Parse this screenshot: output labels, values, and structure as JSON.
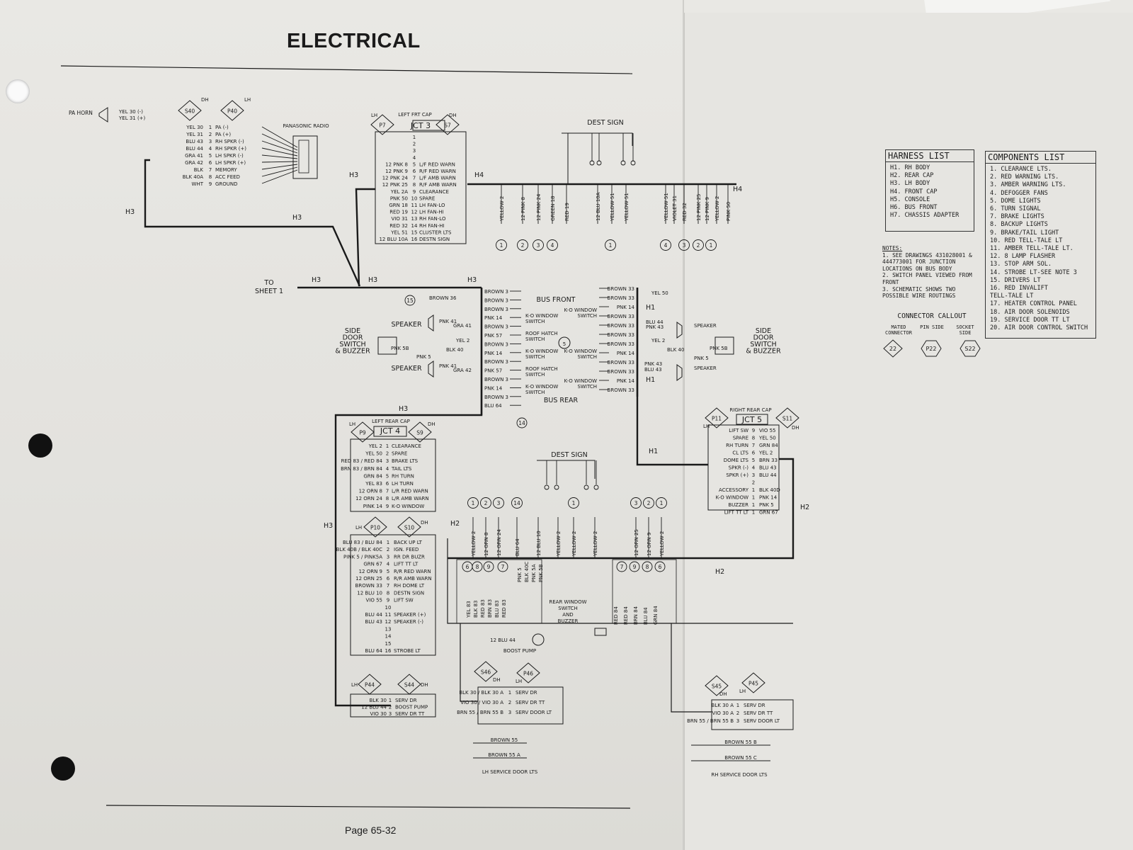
{
  "title": "ELECTRICAL",
  "page_number": "Page 65-32",
  "harness_list": {
    "title": "HARNESS LIST",
    "items": [
      "H1. RH BODY",
      "H2. REAR CAP",
      "H3. LH BODY",
      "H4. FRONT CAP",
      "H5. CONSOLE",
      "H6. BUS FRONT",
      "H7. CHASSIS ADAPTER"
    ]
  },
  "components_list": {
    "title": "COMPONENTS LIST",
    "items": [
      "1. CLEARANCE LTS.",
      "2. RED WARNING LTS.",
      "3. AMBER WARNING LTS.",
      "4. DEFOGGER FANS",
      "5. DOME LIGHTS",
      "6. TURN SIGNAL",
      "7. BRAKE LIGHTS",
      "8. BACKUP LIGHTS",
      "9. BRAKE/TAIL LIGHT",
      "10. RED TELL-TALE LT",
      "11. AMBER TELL-TALE LT.",
      "12. 8 LAMP FLASHER",
      "13. STOP ARM SOL.",
      "14. STROBE LT-SEE NOTE 3",
      "15. DRIVERS LT",
      "16. RED INVALIFT",
      "TELL-TALE LT",
      "17. HEATER CONTROL PANEL",
      "18. AIR DOOR SOLENOIDS",
      "19. SERVICE DOOR TT LT",
      "20. AIR DOOR CONTROL SWITCH"
    ]
  },
  "notes": {
    "heading": "NOTES:",
    "lines": [
      "1. SEE DRAWINGS 431028001 &",
      "444773001 FOR JUNCTION",
      "LOCATIONS ON BUS BODY",
      "2. SWITCH PANEL VIEWED FROM",
      "FRONT",
      "3. SCHEMATIC SHOWS TWO",
      "POSSIBLE WIRE ROUTINGS"
    ]
  },
  "connector_callout": {
    "title": "CONNECTOR CALLOUT",
    "col1": "MATED CONNECTOR",
    "col2": "PIN SIDE",
    "col3": "SOCKET SIDE",
    "ex1": "22",
    "ex2": "P22",
    "ex3": "S22"
  },
  "pa_horn": {
    "label": "PA HORN",
    "wires": [
      "YEL 30 (-)",
      "YEL 31 (+)"
    ]
  },
  "radio": {
    "label": "PANASONIC RADIO",
    "left_conn": "S40",
    "right_conn": "P40",
    "side_l": "DH",
    "side_r": "LH",
    "pins": [
      {
        "wire": "YEL 30",
        "num": "1",
        "fn": "PA (-)"
      },
      {
        "wire": "YEL 31",
        "num": "2",
        "fn": "PA (+)"
      },
      {
        "wire": "BLU 43",
        "num": "3",
        "fn": "RH SPKR (-)"
      },
      {
        "wire": "BLU 44",
        "num": "4",
        "fn": "RH SPKR (+)"
      },
      {
        "wire": "GRA 41",
        "num": "5",
        "fn": "LH SPKR (-)"
      },
      {
        "wire": "GRA 42",
        "num": "6",
        "fn": "LH SPKR (+)"
      },
      {
        "wire": "BLK",
        "num": "7",
        "fn": "MEMORY"
      },
      {
        "wire": "BLK 40A",
        "num": "8",
        "fn": "ACC FEED"
      },
      {
        "wire": "WHT",
        "num": "9",
        "fn": "GROUND"
      }
    ]
  },
  "jct3": {
    "label": "JCT 3",
    "header": "LEFT FRT CAP",
    "left_conn": "P7",
    "right_conn": "S7",
    "side_l": "LH",
    "side_r": "DH",
    "pins": [
      {
        "wire": "",
        "num": "1",
        "fn": ""
      },
      {
        "wire": "",
        "num": "2",
        "fn": ""
      },
      {
        "wire": "",
        "num": "3",
        "fn": ""
      },
      {
        "wire": "",
        "num": "4",
        "fn": ""
      },
      {
        "wire": "12 PNK 8",
        "num": "5",
        "fn": "L/F RED WARN"
      },
      {
        "wire": "12 PNK 9",
        "num": "6",
        "fn": "R/F RED WARN"
      },
      {
        "wire": "12 PNK 24",
        "num": "7",
        "fn": "L/F AMB WARN"
      },
      {
        "wire": "12 PNK 25",
        "num": "8",
        "fn": "R/F AMB WARN"
      },
      {
        "wire": "YEL 2A",
        "num": "9",
        "fn": "CLEARANCE"
      },
      {
        "wire": "PNK 50",
        "num": "10",
        "fn": "SPARE"
      },
      {
        "wire": "GRN 18",
        "num": "11",
        "fn": "LH FAN-LO"
      },
      {
        "wire": "RED 19",
        "num": "12",
        "fn": "LH FAN-HI"
      },
      {
        "wire": "VIO 31",
        "num": "13",
        "fn": "RH FAN-LO"
      },
      {
        "wire": "RED 32",
        "num": "14",
        "fn": "RH FAN-HI"
      },
      {
        "wire": "YEL 51",
        "num": "15",
        "fn": "CLUSTER LTS"
      },
      {
        "wire": "12 BLU 10A",
        "num": "16",
        "fn": "DESTN SIGN"
      }
    ]
  },
  "dest_sign_top": "DEST SIGN",
  "dest_sign_bottom": "DEST SIGN",
  "front_cap_wires": [
    "YELLOW 2",
    "12 PINK 8",
    "12 PINK 24",
    "GREEN 18",
    "RED 19",
    "12 BLU 10A",
    "YELLOW 51",
    "YELLOW 51",
    "YELLOW 51",
    "VIOLET 31",
    "RED 32",
    "12 PINK 25",
    "12 PINK 9",
    "YELLOW 2",
    "PINK 50"
  ],
  "front_cap_circles": [
    "1",
    "2",
    "3",
    "4",
    "1",
    "4",
    "3",
    "2",
    "1"
  ],
  "harness_labels": {
    "h1": "H1",
    "h2": "H2",
    "h3": "H3",
    "h4": "H4"
  },
  "to_sheet": "TO SHEET 1",
  "bus_front": "BUS FRONT",
  "bus_rear": "BUS REAR",
  "side_door_left": "SIDE DOOR SWITCH & BUZZER",
  "side_door_right": "SIDE DOOR SWITCH & BUZZER",
  "speaker": "SPEAKER",
  "switch_panel": {
    "left_wires": [
      "BROWN 3",
      "BROWN 3",
      "BROWN 3",
      "PNK 14",
      "BROWN 3",
      "PNK 57",
      "BROWN 3",
      "PNK 14",
      "BROWN 3",
      "PNK 57",
      "BROWN 3",
      "PNK 14",
      "BROWN 3",
      "BLU 64"
    ],
    "right_wires": [
      "BROWN 33",
      "BROWN 33",
      "PNK 14",
      "BROWN 33",
      "BROWN 33",
      "BROWN 33",
      "BROWN 33",
      "PNK 14",
      "BROWN 33",
      "BROWN 33",
      "PNK 14",
      "BROWN 33"
    ],
    "switches_left": [
      "K-O WINDOW SWITCH",
      "ROOF HATCH SWITCH",
      "K-O WINDOW SWITCH",
      "ROOF HATCH SWITCH",
      "K-O WINDOW SWITCH"
    ],
    "switches_right": [
      "K-O WINDOW SWITCH",
      "K-O WINDOW SWITCH",
      "K-O WINDOW SWITCH"
    ],
    "misc": [
      "BROWN 36",
      "PNK 41",
      "GRA 41",
      "YEL 2",
      "BLK 40",
      "PNK 5",
      "PNK 5B",
      "PNK 41",
      "GRA 42",
      "YEL 50",
      "BLU 44",
      "PNK 43",
      "YEL 2",
      "BLK 40",
      "PNK 5",
      "PNK 5B",
      "PNK 43",
      "BLU 43",
      "15",
      "14",
      "5"
    ]
  },
  "jct4": {
    "label": "JCT 4",
    "header": "LEFT REAR CAP",
    "left_conn": "P9",
    "right_conn": "S9",
    "side_l": "LH",
    "side_r": "DH",
    "pins": [
      {
        "wire": "YEL 2",
        "num": "1",
        "fn": "CLEARANCE"
      },
      {
        "wire": "YEL 50",
        "num": "2",
        "fn": "SPARE"
      },
      {
        "wire": "RED 83 / RED 84",
        "num": "3",
        "fn": "BRAKE LTS"
      },
      {
        "wire": "BRN 83 / BRN 84",
        "num": "4",
        "fn": "TAIL LTS"
      },
      {
        "wire": "GRN 84",
        "num": "5",
        "fn": "RH TURN"
      },
      {
        "wire": "YEL 83",
        "num": "6",
        "fn": "LH TURN"
      },
      {
        "wire": "12 ORN 8",
        "num": "7",
        "fn": "L/R RED WARN"
      },
      {
        "wire": "12 ORN 24",
        "num": "8",
        "fn": "L/R AMB WARN"
      },
      {
        "wire": "PINK 14",
        "num": "9",
        "fn": "K-O WINDOW"
      }
    ]
  },
  "p10": {
    "left_conn": "P10",
    "right_conn": "S10",
    "side_l": "LH",
    "side_r": "DH",
    "pins": [
      {
        "wire": "BLU 83 / BLU 84",
        "num": "1",
        "fn": "BACK UP LT"
      },
      {
        "wire": "BLK 40B / BLK 40C",
        "num": "2",
        "fn": "IGN. FEED"
      },
      {
        "wire": "PINK 5 / PINK5A",
        "num": "3",
        "fn": "RR DR BUZR"
      },
      {
        "wire": "GRN 67",
        "num": "4",
        "fn": "LIFT TT LT"
      },
      {
        "wire": "12 ORN 9",
        "num": "5",
        "fn": "R/R RED WARN"
      },
      {
        "wire": "12 ORN 25",
        "num": "6",
        "fn": "R/R AMB WARN"
      },
      {
        "wire": "BROWN 33",
        "num": "7",
        "fn": "RH DOME LT"
      },
      {
        "wire": "12 BLU 10",
        "num": "8",
        "fn": "DESTN SIGN"
      },
      {
        "wire": "VIO 55",
        "num": "9",
        "fn": "LIFT SW"
      },
      {
        "wire": "",
        "num": "10",
        "fn": ""
      },
      {
        "wire": "BLU 44",
        "num": "11",
        "fn": "SPEAKER (+)"
      },
      {
        "wire": "BLU 43",
        "num": "12",
        "fn": "SPEAKER (-)"
      },
      {
        "wire": "",
        "num": "13",
        "fn": ""
      },
      {
        "wire": "",
        "num": "14",
        "fn": ""
      },
      {
        "wire": "",
        "num": "15",
        "fn": ""
      },
      {
        "wire": "BLU 64",
        "num": "16",
        "fn": "STROBE LT"
      }
    ]
  },
  "p44": {
    "left_conn": "P44",
    "right_conn": "S44",
    "side_l": "LH",
    "side_r": "DH",
    "pins": [
      {
        "wire": "BLK 30",
        "num": "1",
        "fn": "SERV DR"
      },
      {
        "wire": "12 BLU 44",
        "num": "2",
        "fn": "BOOST PUMP"
      },
      {
        "wire": "VIO 30",
        "num": "3",
        "fn": "SERV DR TT"
      }
    ]
  },
  "jct5": {
    "label": "JCT 5",
    "header": "RIGHT REAR CAP",
    "left_conn": "P11",
    "right_conn": "S11",
    "side_l": "LH",
    "side_r": "DH",
    "pins": [
      {
        "fn": "LIFT SW",
        "num": "9",
        "wire": "VIO 55"
      },
      {
        "fn": "SPARE",
        "num": "8",
        "wire": "YEL 50"
      },
      {
        "fn": "RH TURN",
        "num": "7",
        "wire": "GRN 84"
      },
      {
        "fn": "CL LTS",
        "num": "6",
        "wire": "YEL 2"
      },
      {
        "fn": "DOME LTS",
        "num": "5",
        "wire": "BRN 33"
      },
      {
        "fn": "SPKR (-)",
        "num": "4",
        "wire": "BLU 43"
      },
      {
        "fn": "SPKR (+)",
        "num": "3",
        "wire": "BLU 44"
      },
      {
        "fn": "",
        "num": "2",
        "wire": ""
      },
      {
        "fn": "ACCESSORY",
        "num": "1",
        "wire": "BLK 40D"
      },
      {
        "fn": "K-O WINDOW",
        "num": "1",
        "wire": "PNK 14"
      },
      {
        "fn": "BUZZER",
        "num": "1",
        "wire": "PNK 5"
      },
      {
        "fn": "LIFT TT LT",
        "num": "1",
        "wire": "GRN 67"
      }
    ]
  },
  "rear_cap_wires": [
    "YELLOW 2",
    "12 ORN 8",
    "12 ORN 24",
    "BLU 64",
    "12 BLU 10",
    "YELLOW 2",
    "YELLOW 2",
    "YELLOW 2",
    "12 ORN 25",
    "12 ORN 9",
    "YELLOW 2"
  ],
  "rear_cap_circles": [
    "1",
    "2",
    "3",
    "14",
    "1",
    "3",
    "2",
    "1"
  ],
  "rear_lamp_wires_left": [
    "YEL 83",
    "BLK 83",
    "RED 83",
    "BRN 83",
    "BLU 83",
    "RED 83"
  ],
  "rear_lamp_wires_mid": [
    "PNK 5",
    "BLK 40C",
    "PNK 5A",
    "PNK 5B"
  ],
  "rear_lamp_wires_right": [
    "RED 84",
    "RED 84",
    "BRN 84",
    "BLU 84",
    "GRN 84"
  ],
  "rear_lamp_circles_left": [
    "6",
    "8",
    "9",
    "7"
  ],
  "rear_lamp_circles_right": [
    "7",
    "9",
    "8",
    "6"
  ],
  "rear_window": "REAR WINDOW SWITCH AND BUZZER",
  "boost_pump": "BOOST PUMP",
  "boost_wire": "12 BLU 44",
  "p46": {
    "left_conn": "S46",
    "right_conn": "P46",
    "side_l": "DH",
    "side_r": "LH",
    "pins": [
      {
        "wire": "BLK 30 / BLK 30 A",
        "num": "1",
        "fn": "SERV DR"
      },
      {
        "wire": "VIO 30 / VIO 30 A",
        "num": "2",
        "fn": "SERV DR TT"
      },
      {
        "wire": "BRN 55 / BRN 55 B",
        "num": "3",
        "fn": "SERV DOOR LT"
      }
    ],
    "lamps": [
      "BROWN 55",
      "BROWN 55 A"
    ],
    "caption": "LH SERVICE DOOR LTS"
  },
  "p45": {
    "left_conn": "S45",
    "right_conn": "P45",
    "side_l": "DH",
    "side_r": "LH",
    "pins": [
      {
        "wire": "BLK 30 A",
        "num": "1",
        "fn": "SERV DR"
      },
      {
        "wire": "VIO 30 A",
        "num": "2",
        "fn": "SERV DR TT"
      },
      {
        "wire": "BRN 55 / BRN 55 B",
        "num": "3",
        "fn": "SERV DOOR LT"
      }
    ],
    "lamps": [
      "BROWN 55 B",
      "BROWN 55 C"
    ],
    "caption": "RH SERVICE DOOR LTS"
  }
}
